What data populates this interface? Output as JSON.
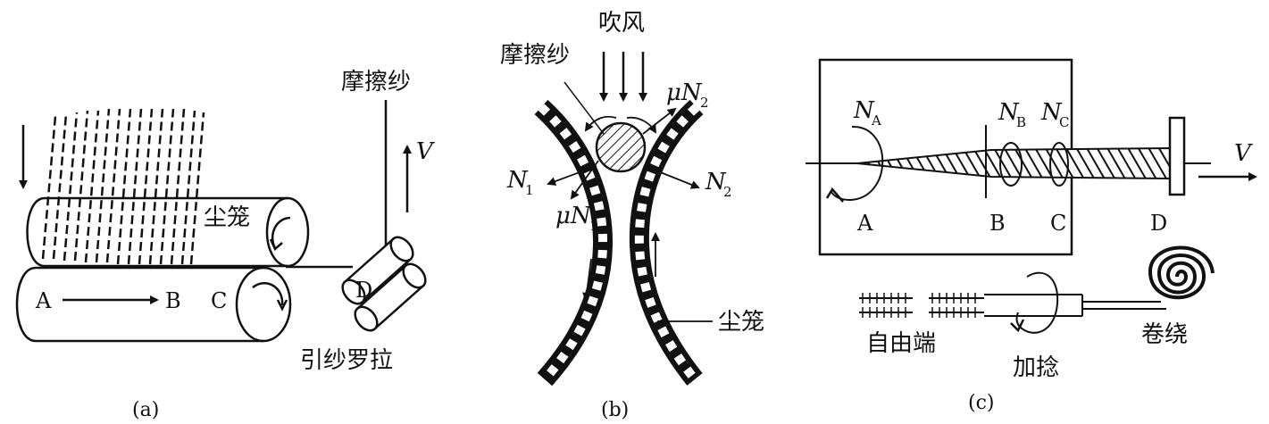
{
  "panel_a": {
    "label_friction_yarn": "摩擦纱",
    "label_dust_cage": "尘笼",
    "label_velocity": "V",
    "label_A": "A",
    "label_B": "B",
    "label_C": "C",
    "label_D": "D",
    "label_delivery_rollers": "引纱罗拉",
    "caption": "(a)"
  },
  "panel_b": {
    "label_blowing": "吹风",
    "label_friction_yarn": "摩擦纱",
    "label_N1": "N",
    "label_N1_sub": "1",
    "label_N2": "N",
    "label_N2_sub": "2",
    "label_muN1_mu": "μN",
    "label_muN1_sub": "1",
    "label_muN2_mu": "μN",
    "label_muN2_sub": "2",
    "label_dust_cage": "尘笼",
    "caption": "(b)"
  },
  "panel_c": {
    "label_NA": "N",
    "label_NA_sub": "A",
    "label_NB": "N",
    "label_NB_sub": "B",
    "label_NC": "N",
    "label_NC_sub": "C",
    "label_A": "A",
    "label_B": "B",
    "label_C": "C",
    "label_D": "D",
    "label_velocity": "V",
    "label_free_end": "自由端",
    "label_twisting": "加捻",
    "label_winding": "卷绕",
    "caption": "(c)"
  }
}
